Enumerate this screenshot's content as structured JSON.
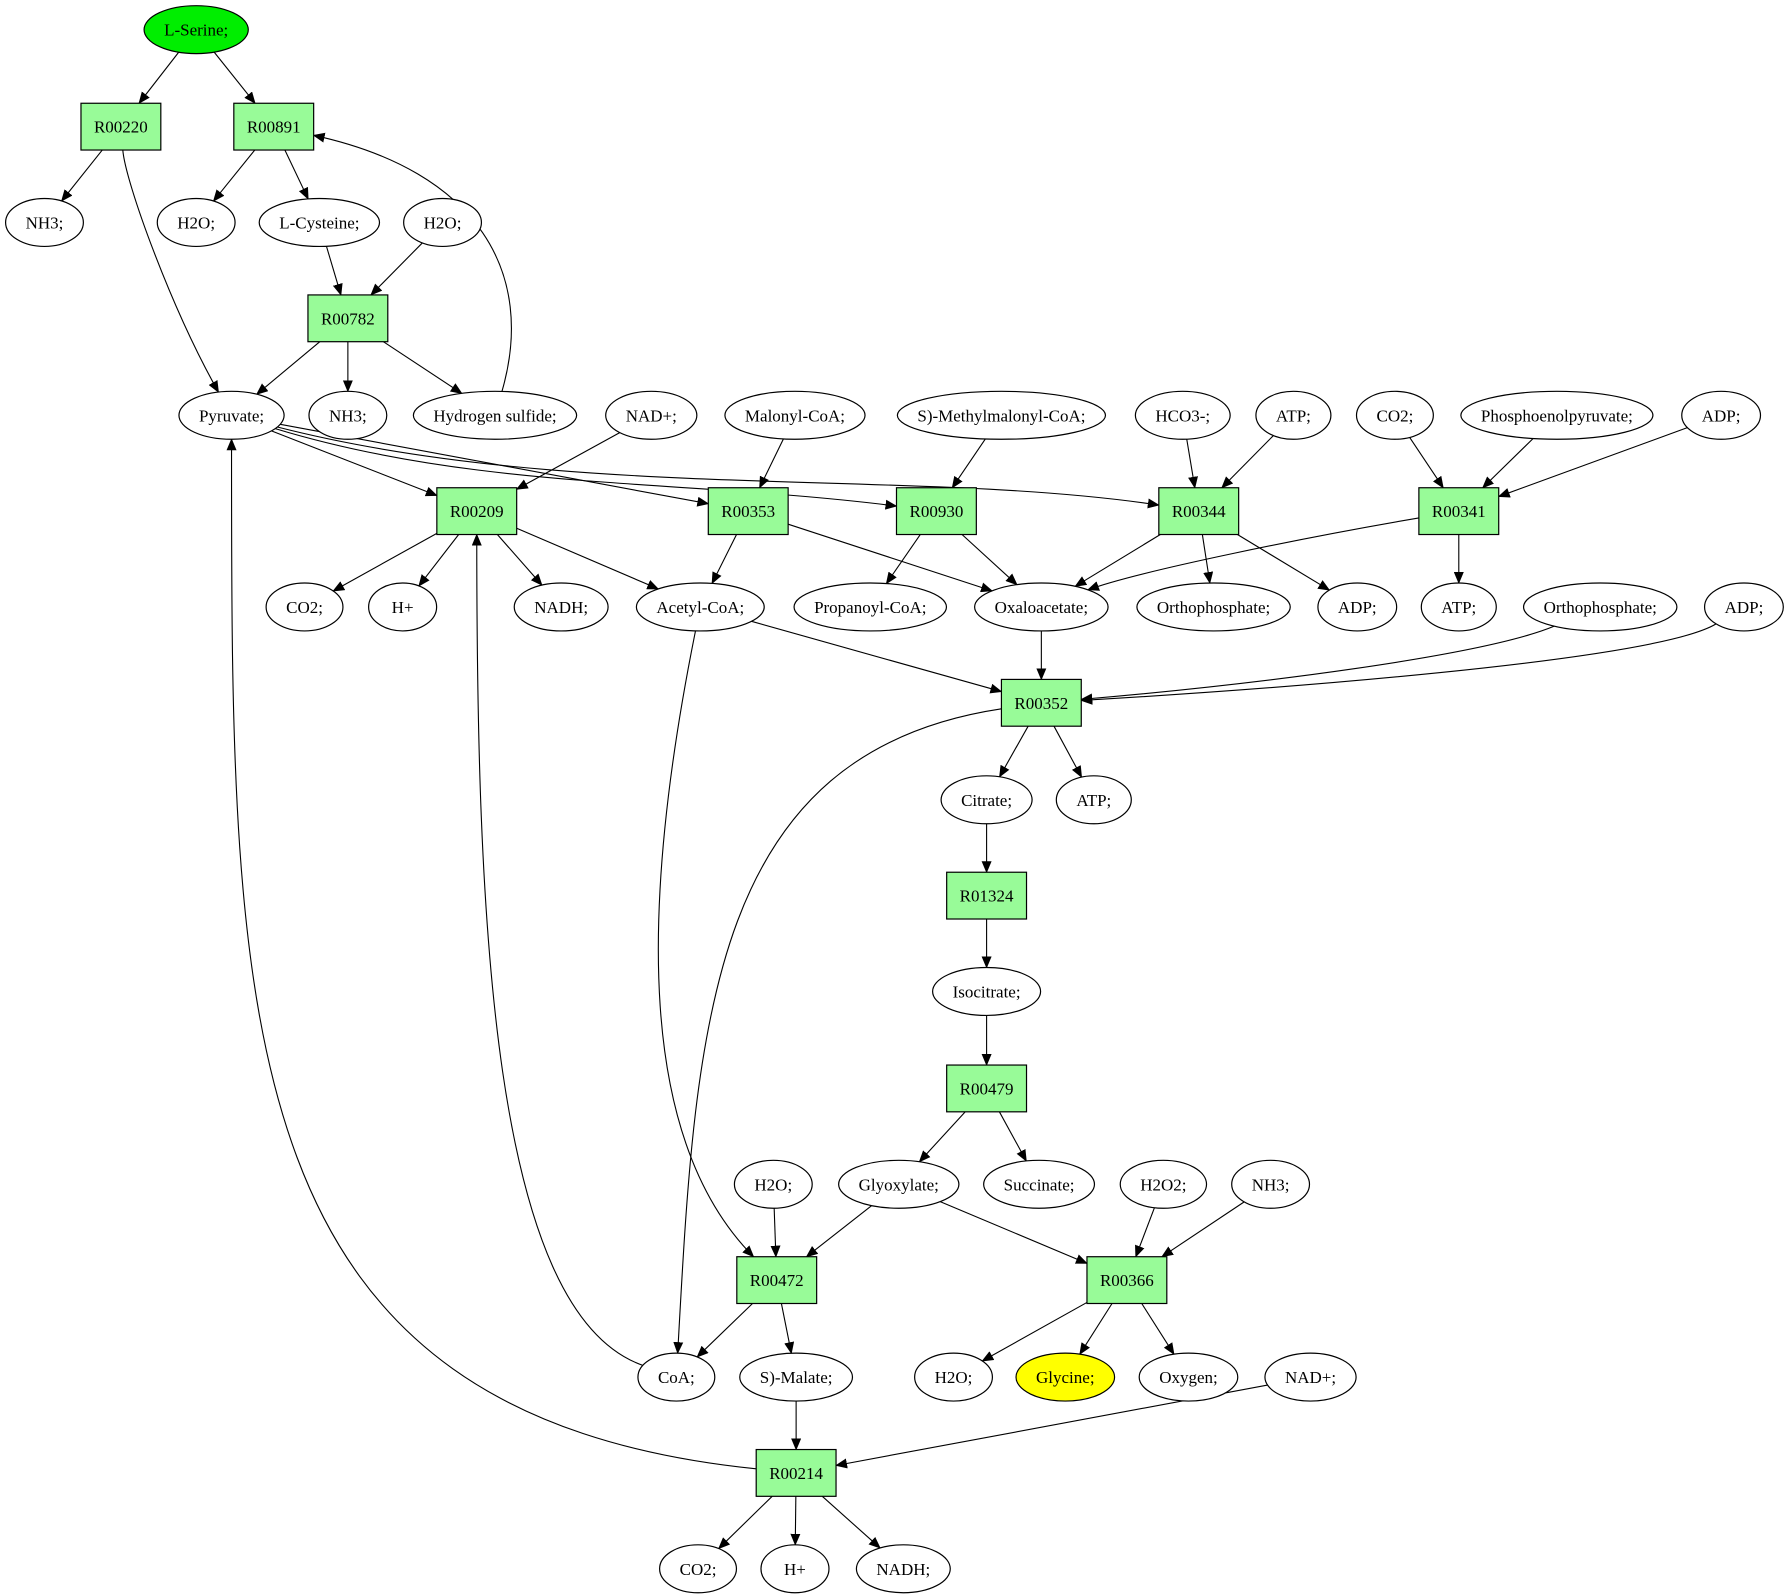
{
  "colors": {
    "start": "#00ee00",
    "target": "#ffff00",
    "reaction": "#98fb98",
    "compound": "#ffffff"
  },
  "nodes": [
    {
      "id": "n_serine",
      "label": "L-Serine;",
      "kind": "compound",
      "role": "start"
    },
    {
      "id": "r00220",
      "label": "R00220",
      "kind": "reaction"
    },
    {
      "id": "r00891",
      "label": "R00891",
      "kind": "reaction"
    },
    {
      "id": "n_nh3_a",
      "label": "NH3;",
      "kind": "compound"
    },
    {
      "id": "n_h2o_a",
      "label": "H2O;",
      "kind": "compound"
    },
    {
      "id": "n_cysteine",
      "label": "L-Cysteine;",
      "kind": "compound"
    },
    {
      "id": "n_h2o_b",
      "label": "H2O;",
      "kind": "compound"
    },
    {
      "id": "r00782",
      "label": "R00782",
      "kind": "reaction"
    },
    {
      "id": "n_pyruvate",
      "label": "Pyruvate;",
      "kind": "compound"
    },
    {
      "id": "n_nh3_b",
      "label": "NH3;",
      "kind": "compound"
    },
    {
      "id": "n_h2s",
      "label": "Hydrogen sulfide;",
      "kind": "compound"
    },
    {
      "id": "n_nad_a",
      "label": "NAD+;",
      "kind": "compound"
    },
    {
      "id": "n_malonyl",
      "label": "Malonyl-CoA;",
      "kind": "compound"
    },
    {
      "id": "n_methylmalonyl",
      "label": "S)-Methylmalonyl-CoA;",
      "kind": "compound"
    },
    {
      "id": "n_hco3",
      "label": "HCO3-;",
      "kind": "compound"
    },
    {
      "id": "n_atp_a",
      "label": "ATP;",
      "kind": "compound"
    },
    {
      "id": "n_co2_a",
      "label": "CO2;",
      "kind": "compound"
    },
    {
      "id": "n_pep",
      "label": "Phosphoenolpyruvate;",
      "kind": "compound"
    },
    {
      "id": "n_adp_a",
      "label": "ADP;",
      "kind": "compound"
    },
    {
      "id": "r00209",
      "label": "R00209",
      "kind": "reaction"
    },
    {
      "id": "r00353",
      "label": "R00353",
      "kind": "reaction"
    },
    {
      "id": "r00930",
      "label": "R00930",
      "kind": "reaction"
    },
    {
      "id": "r00344",
      "label": "R00344",
      "kind": "reaction"
    },
    {
      "id": "r00341",
      "label": "R00341",
      "kind": "reaction"
    },
    {
      "id": "n_co2_b",
      "label": "CO2;",
      "kind": "compound"
    },
    {
      "id": "n_h_a",
      "label": "H+",
      "kind": "compound"
    },
    {
      "id": "n_nadh_a",
      "label": "NADH;",
      "kind": "compound"
    },
    {
      "id": "n_acetylcoa",
      "label": "Acetyl-CoA;",
      "kind": "compound"
    },
    {
      "id": "n_propanoyl",
      "label": "Propanoyl-CoA;",
      "kind": "compound"
    },
    {
      "id": "n_oxaloacetate",
      "label": "Oxaloacetate;",
      "kind": "compound"
    },
    {
      "id": "n_pi_a",
      "label": "Orthophosphate;",
      "kind": "compound"
    },
    {
      "id": "n_adp_b",
      "label": "ADP;",
      "kind": "compound"
    },
    {
      "id": "n_atp_b",
      "label": "ATP;",
      "kind": "compound"
    },
    {
      "id": "n_pi_b",
      "label": "Orthophosphate;",
      "kind": "compound"
    },
    {
      "id": "n_adp_c",
      "label": "ADP;",
      "kind": "compound"
    },
    {
      "id": "r00352",
      "label": "R00352",
      "kind": "reaction"
    },
    {
      "id": "n_citrate",
      "label": "Citrate;",
      "kind": "compound"
    },
    {
      "id": "n_atp_c",
      "label": "ATP;",
      "kind": "compound"
    },
    {
      "id": "r01324",
      "label": "R01324",
      "kind": "reaction"
    },
    {
      "id": "n_isocitrate",
      "label": "Isocitrate;",
      "kind": "compound"
    },
    {
      "id": "r00479",
      "label": "R00479",
      "kind": "reaction"
    },
    {
      "id": "n_h2o_c",
      "label": "H2O;",
      "kind": "compound"
    },
    {
      "id": "n_glyoxylate",
      "label": "Glyoxylate;",
      "kind": "compound"
    },
    {
      "id": "n_succinate",
      "label": "Succinate;",
      "kind": "compound"
    },
    {
      "id": "n_h2o2",
      "label": "H2O2;",
      "kind": "compound"
    },
    {
      "id": "n_nh3_c",
      "label": "NH3;",
      "kind": "compound"
    },
    {
      "id": "r00472",
      "label": "R00472",
      "kind": "reaction"
    },
    {
      "id": "r00366",
      "label": "R00366",
      "kind": "reaction"
    },
    {
      "id": "n_coa",
      "label": "CoA;",
      "kind": "compound"
    },
    {
      "id": "n_malate",
      "label": "S)-Malate;",
      "kind": "compound"
    },
    {
      "id": "n_h2o_d",
      "label": "H2O;",
      "kind": "compound"
    },
    {
      "id": "n_glycine",
      "label": "Glycine;",
      "kind": "compound",
      "role": "target"
    },
    {
      "id": "n_oxygen",
      "label": "Oxygen;",
      "kind": "compound"
    },
    {
      "id": "n_nad_b",
      "label": "NAD+;",
      "kind": "compound"
    },
    {
      "id": "r00214",
      "label": "R00214",
      "kind": "reaction"
    },
    {
      "id": "n_co2_c",
      "label": "CO2;",
      "kind": "compound"
    },
    {
      "id": "n_h_b",
      "label": "H+",
      "kind": "compound"
    },
    {
      "id": "n_nadh_b",
      "label": "NADH;",
      "kind": "compound"
    }
  ],
  "edges": [
    [
      "n_serine",
      "r00220"
    ],
    [
      "n_serine",
      "r00891"
    ],
    [
      "r00220",
      "n_nh3_a"
    ],
    [
      "r00220",
      "n_pyruvate"
    ],
    [
      "r00891",
      "n_h2o_a"
    ],
    [
      "r00891",
      "n_cysteine"
    ],
    [
      "n_cysteine",
      "r00782"
    ],
    [
      "n_h2o_b",
      "r00782"
    ],
    [
      "r00782",
      "n_pyruvate"
    ],
    [
      "r00782",
      "n_nh3_b"
    ],
    [
      "r00782",
      "n_h2s"
    ],
    [
      "n_h2s",
      "r00891"
    ],
    [
      "n_pyruvate",
      "r00209"
    ],
    [
      "n_pyruvate",
      "r00353"
    ],
    [
      "n_pyruvate",
      "r00930"
    ],
    [
      "n_pyruvate",
      "r00344"
    ],
    [
      "n_nad_a",
      "r00209"
    ],
    [
      "n_malonyl",
      "r00353"
    ],
    [
      "n_methylmalonyl",
      "r00930"
    ],
    [
      "n_hco3",
      "r00344"
    ],
    [
      "n_atp_a",
      "r00344"
    ],
    [
      "n_co2_a",
      "r00341"
    ],
    [
      "n_pep",
      "r00341"
    ],
    [
      "n_adp_a",
      "r00341"
    ],
    [
      "r00209",
      "n_co2_b"
    ],
    [
      "r00209",
      "n_h_a"
    ],
    [
      "r00209",
      "n_nadh_a"
    ],
    [
      "r00209",
      "n_acetylcoa"
    ],
    [
      "r00353",
      "n_acetylcoa"
    ],
    [
      "r00353",
      "n_oxaloacetate"
    ],
    [
      "r00930",
      "n_propanoyl"
    ],
    [
      "r00930",
      "n_oxaloacetate"
    ],
    [
      "r00344",
      "n_oxaloacetate"
    ],
    [
      "r00344",
      "n_pi_a"
    ],
    [
      "r00344",
      "n_adp_b"
    ],
    [
      "r00341",
      "n_oxaloacetate"
    ],
    [
      "r00341",
      "n_atp_b"
    ],
    [
      "n_oxaloacetate",
      "r00352"
    ],
    [
      "n_acetylcoa",
      "r00352"
    ],
    [
      "n_pi_b",
      "r00352"
    ],
    [
      "n_adp_c",
      "r00352"
    ],
    [
      "r00352",
      "n_citrate"
    ],
    [
      "r00352",
      "n_atp_c"
    ],
    [
      "r00352",
      "n_coa"
    ],
    [
      "n_citrate",
      "r01324"
    ],
    [
      "r01324",
      "n_isocitrate"
    ],
    [
      "n_isocitrate",
      "r00479"
    ],
    [
      "r00479",
      "n_glyoxylate"
    ],
    [
      "r00479",
      "n_succinate"
    ],
    [
      "n_h2o_c",
      "r00472"
    ],
    [
      "n_glyoxylate",
      "r00472"
    ],
    [
      "n_acetylcoa",
      "r00472"
    ],
    [
      "n_glyoxylate",
      "r00366"
    ],
    [
      "n_h2o2",
      "r00366"
    ],
    [
      "n_nh3_c",
      "r00366"
    ],
    [
      "r00472",
      "n_coa"
    ],
    [
      "r00472",
      "n_malate"
    ],
    [
      "r00366",
      "n_h2o_d"
    ],
    [
      "r00366",
      "n_glycine"
    ],
    [
      "r00366",
      "n_oxygen"
    ],
    [
      "n_coa",
      "r00209"
    ],
    [
      "n_malate",
      "r00214"
    ],
    [
      "n_nad_b",
      "r00214"
    ],
    [
      "r00214",
      "n_pyruvate"
    ],
    [
      "r00214",
      "n_co2_c"
    ],
    [
      "r00214",
      "n_h_b"
    ],
    [
      "r00214",
      "n_nadh_b"
    ]
  ]
}
